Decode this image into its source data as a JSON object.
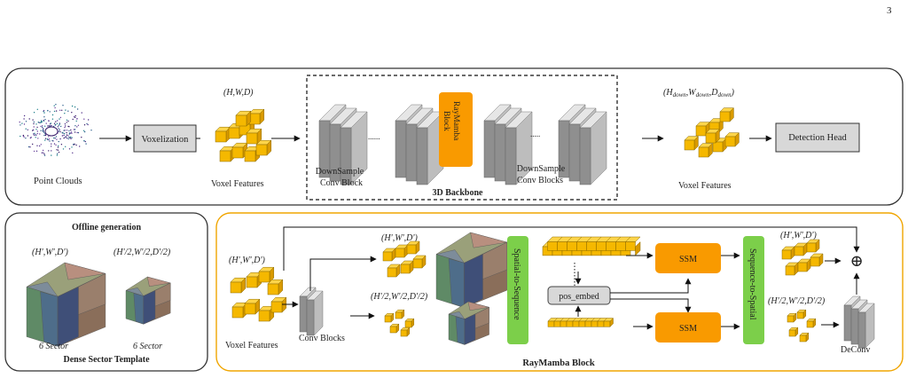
{
  "page_number": "3",
  "top": {
    "point_clouds": "Point Clouds",
    "voxelization": "Voxelization",
    "dims_input": "(H,W,D)",
    "voxel_features_left": "Voxel Features",
    "downsample_block_1": "DownSample",
    "downsample_block_2": "Conv Block",
    "dots_1": "......",
    "raymamba_block_line1": "RayMamba",
    "raymamba_block_line2": "Block",
    "dots_2": ".....",
    "downsample_blocks_1": "DownSample",
    "downsample_blocks_2": "Conv Blocks",
    "backbone_title": "3D Backbone",
    "dims_down_prefix": "(H",
    "dims_down_sub1": "down",
    "dims_down_mid1": ",W",
    "dims_down_sub2": "down",
    "dims_down_mid2": ",D",
    "dims_down_sub3": "down",
    "dims_down_suffix": ")",
    "voxel_features_right": "Voxel Features",
    "detection_head": "Detection Head"
  },
  "offline": {
    "title": "Offline generation",
    "dims_full": "(H',W',D')",
    "dims_half": "(H'/2,W'/2,D'/2)",
    "sector_left": "6 Sector",
    "sector_right": "6 Sector",
    "template_title": "Dense Sector Template"
  },
  "raymamba": {
    "dims_input": "(H',W',D')",
    "voxel_features": "Voxel Features",
    "conv_blocks": "Conv Blocks",
    "dims_full": "(H',W',D')",
    "dims_half": "(H'/2,W'/2,D'/2)",
    "spatial_to_sequence": "Spatial-to-Sequence",
    "pos_embed": "pos_embed",
    "ssm_top": "SSM",
    "ssm_bottom": "SSM",
    "sequence_to_spatial": "Sequence-to-Spatial",
    "dims_out_full": "(H',W',D')",
    "dims_out_half": "(H'/2,W'/2,D'/2)",
    "plus_symbol": "⊕",
    "deconv": "DeConv",
    "title": "RayMamba Block"
  },
  "colors": {
    "voxel": "#f5b800",
    "orange_block": "#f99a00",
    "green_block": "#7ccf4a",
    "raymamba_border": "#f0a500"
  }
}
